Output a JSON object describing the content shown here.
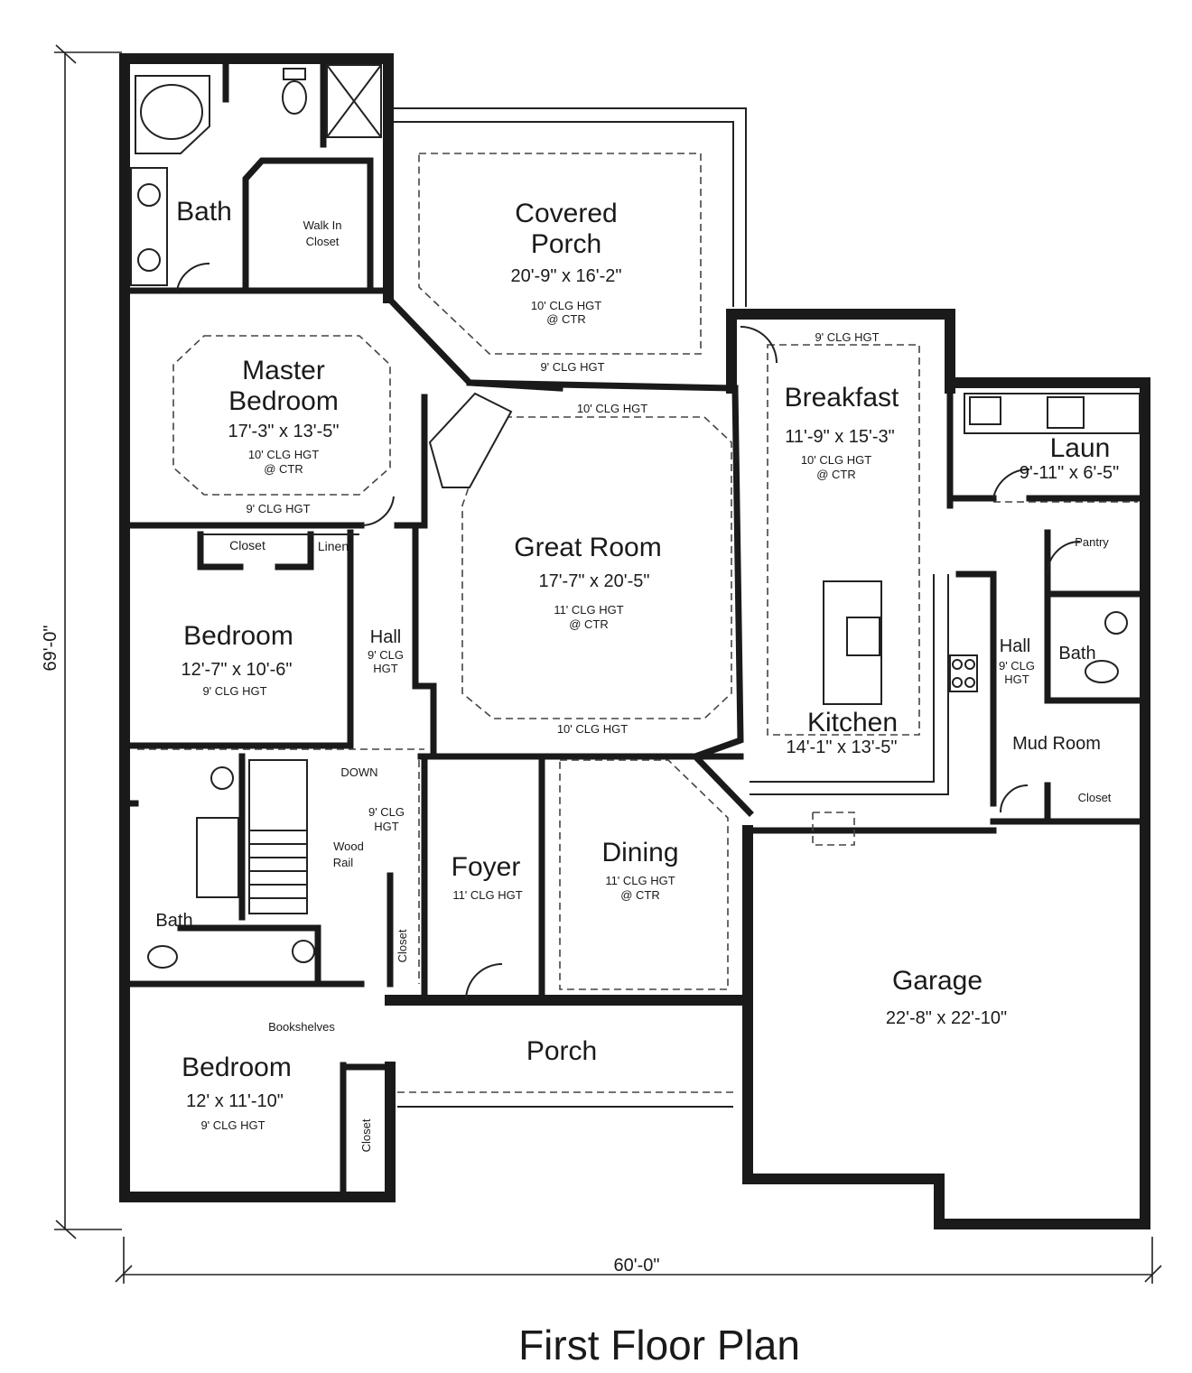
{
  "title": "First Floor Plan",
  "dimensions": {
    "width": "60'-0\"",
    "depth": "69'-0\""
  },
  "rooms": {
    "master_bath": {
      "name": "Bath"
    },
    "walk_in_closet": {
      "line1": "Walk In",
      "line2": "Closet"
    },
    "covered_porch": {
      "line1": "Covered",
      "line2": "Porch",
      "size": "20'-9\" x 16'-2\"",
      "clg1": "10' CLG HGT",
      "clg2": "@ CTR",
      "clg_edge": "9' CLG HGT"
    },
    "master_bedroom": {
      "line1": "Master",
      "line2": "Bedroom",
      "size": "17'-3\" x 13'-5\"",
      "clg1": "10' CLG HGT",
      "clg2": "@ CTR",
      "clg_edge": "9' CLG HGT"
    },
    "breakfast": {
      "name": "Breakfast",
      "size": "11'-9\" x 15'-3\"",
      "clg1": "10' CLG HGT",
      "clg2": "@ CTR",
      "clg_edge": "9' CLG HGT"
    },
    "laundry": {
      "name": "Laun",
      "size": "9'-11\" x 6'-5\""
    },
    "great_room": {
      "name": "Great Room",
      "size": "17'-7\" x 20'-5\"",
      "clg1": "11' CLG HGT",
      "clg2": "@ CTR",
      "clg_top": "10' CLG HGT",
      "clg_bottom": "10' CLG HGT"
    },
    "closet_bed": {
      "name": "Closet"
    },
    "linen": {
      "name": "Linen"
    },
    "pantry": {
      "name": "Pantry"
    },
    "bedroom2": {
      "name": "Bedroom",
      "size": "12'-7\" x 10'-6\"",
      "clg": "9' CLG HGT"
    },
    "hall_left": {
      "name": "Hall",
      "clg1": "9' CLG",
      "clg2": "HGT"
    },
    "hall_right": {
      "name": "Hall",
      "clg1": "9' CLG",
      "clg2": "HGT"
    },
    "bath_right": {
      "name": "Bath"
    },
    "kitchen": {
      "name": "Kitchen",
      "size": "14'-1\" x 13'-5\""
    },
    "mud_room": {
      "name": "Mud Room"
    },
    "closet_mud": {
      "name": "Closet"
    },
    "stairs": {
      "down": "DOWN",
      "clg1": "9' CLG",
      "clg2": "HGT",
      "rail1": "Wood",
      "rail2": "Rail"
    },
    "foyer": {
      "name": "Foyer",
      "clg": "11' CLG HGT"
    },
    "dining": {
      "name": "Dining",
      "clg1": "11' CLG HGT",
      "clg2": "@ CTR"
    },
    "bath_left": {
      "name": "Bath"
    },
    "closet_foyer": {
      "name": "Closet"
    },
    "garage": {
      "name": "Garage",
      "size": "22'-8\" x 22'-10\""
    },
    "porch": {
      "name": "Porch"
    },
    "bookshelves": {
      "name": "Bookshelves"
    },
    "bedroom3": {
      "name": "Bedroom",
      "size": "12' x 11'-10\"",
      "clg": "9' CLG HGT"
    },
    "closet_bed3": {
      "name": "Closet"
    }
  }
}
